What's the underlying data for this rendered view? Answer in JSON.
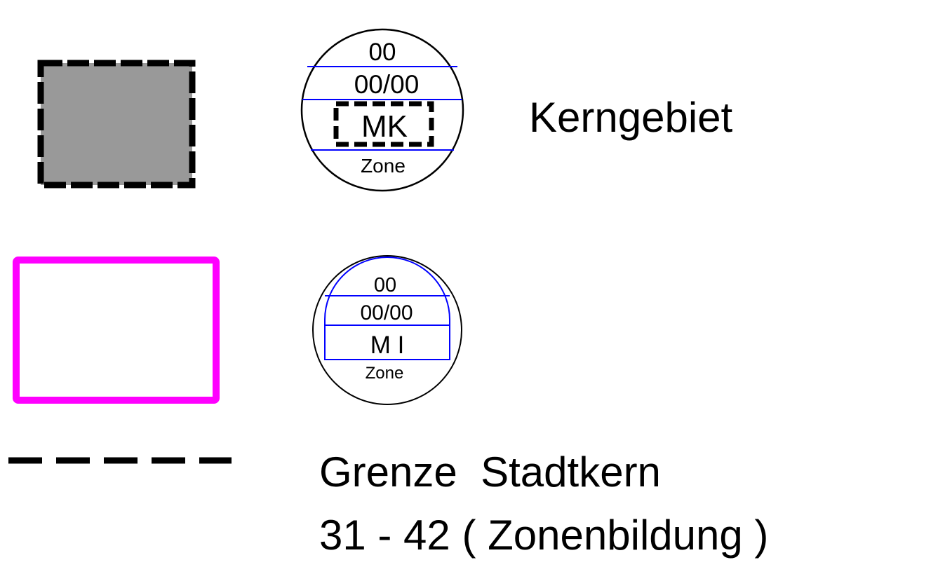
{
  "legend": {
    "core_area": {
      "symbol": {
        "number": "00",
        "fraction": "00/00",
        "code": "MK",
        "zone": "Zone"
      },
      "label": "Kerngebiet",
      "fill_color": "#999999",
      "border_color": "#000000"
    },
    "mixed_area": {
      "symbol": {
        "number": "00",
        "fraction": "00/00",
        "code": "M I",
        "zone": "Zone"
      },
      "outline_color": "#ff00ff",
      "line_color": "#0000ff"
    },
    "boundary": {
      "label_line1": "Grenze  Stadtkern",
      "label_line2": "31 - 42 ( Zonenbildung )",
      "line_style": "dashed",
      "line_color": "#000000"
    }
  }
}
